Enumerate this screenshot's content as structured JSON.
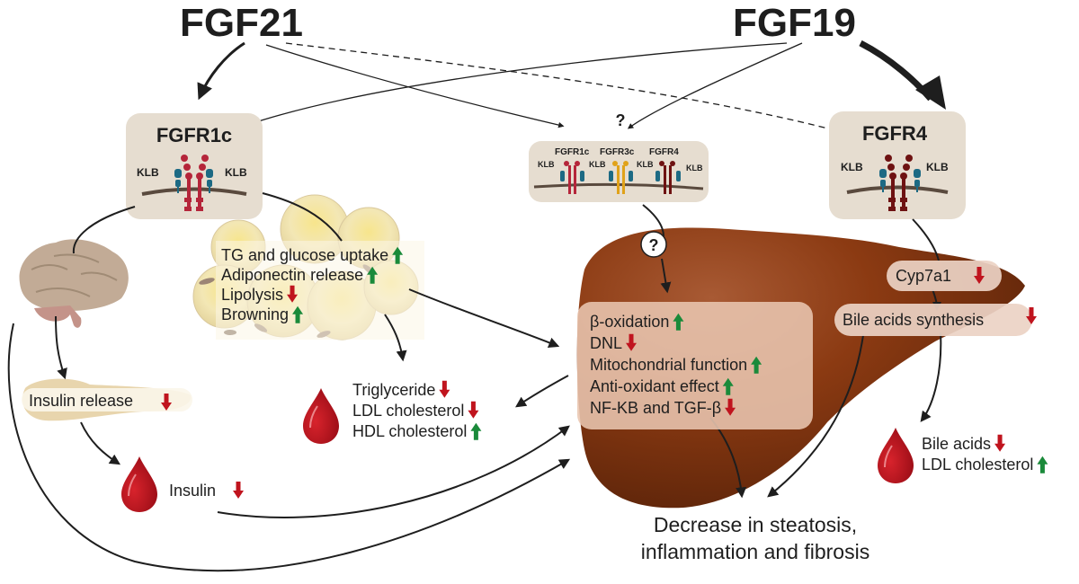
{
  "ligands": {
    "fgf21": "FGF21",
    "fgf19": "FGF19"
  },
  "receptors": {
    "left": {
      "name": "FGFR1c",
      "klb_left": "KLB",
      "klb_right": "KLB"
    },
    "middle": {
      "question": "?",
      "names": [
        "FGFR1c",
        "FGFR3c",
        "FGFR4"
      ],
      "klb": [
        "KLB",
        "KLB",
        "KLB",
        "KLB"
      ]
    },
    "right": {
      "name": "FGFR4",
      "klb_left": "KLB",
      "klb_right": "KLB"
    }
  },
  "adipose": {
    "effects": [
      {
        "label": "TG and glucose uptake",
        "direction": "up"
      },
      {
        "label": "Adiponectin release",
        "direction": "up"
      },
      {
        "label": "Lipolysis",
        "direction": "down"
      },
      {
        "label": "Browning",
        "direction": "up"
      }
    ]
  },
  "pancreas": {
    "label": "Insulin release",
    "direction": "down"
  },
  "blood_lipids": [
    {
      "label": "Triglyceride",
      "direction": "down"
    },
    {
      "label": "LDL cholesterol",
      "direction": "down"
    },
    {
      "label": "HDL cholesterol",
      "direction": "up"
    }
  ],
  "blood_insulin": {
    "label": "Insulin",
    "direction": "down"
  },
  "liver": {
    "question": "?",
    "effects": [
      {
        "label": "β-oxidation",
        "direction": "up"
      },
      {
        "label": "DNL",
        "direction": "down"
      },
      {
        "label": "Mitochondrial function",
        "direction": "up"
      },
      {
        "label": "Anti-oxidant effect",
        "direction": "up"
      },
      {
        "label": "NF-KB and TGF-β",
        "direction": "down"
      }
    ],
    "cyp7a1": {
      "label": "Cyp7a1",
      "direction": "down"
    },
    "bile_synthesis": {
      "label": "Bile acids synthesis",
      "direction": "down"
    }
  },
  "blood_bile": [
    {
      "label": "Bile acids",
      "direction": "down"
    },
    {
      "label": "LDL cholesterol",
      "direction": "up"
    }
  ],
  "outcome": {
    "line1": "Decrease in steatosis,",
    "line2": "inflammation and fibrosis"
  },
  "colors": {
    "up_arrow": "#1a8a3a",
    "down_arrow": "#c0141e",
    "receptor_box": "#e6ddd0",
    "liver": "#8b3a12",
    "blood": "#c0141e",
    "fgfr1c": "#b5253a",
    "fgfr3c": "#e0a21a",
    "fgfr4": "#6e1212",
    "klb": "#1d6a84",
    "membrane": "#5a4a3e"
  }
}
